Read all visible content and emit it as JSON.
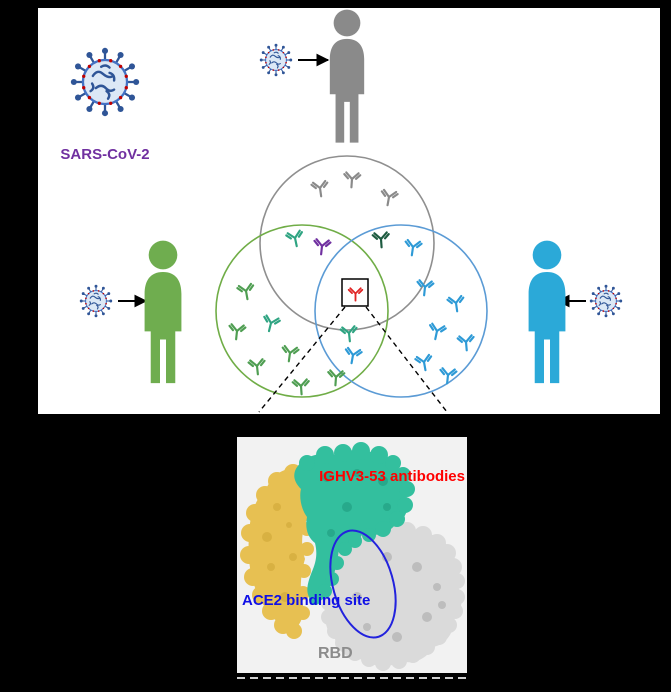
{
  "top_panel": {
    "virus_label": "SARS-CoV-2"
  },
  "bottom_panel": {
    "antibody_label": "IGHV3-53 antibodies",
    "ace2_label": "ACE2 binding site",
    "rbd_label": "RBD"
  },
  "colors": {
    "virus-label": "#7030a0",
    "person-gray": "#8a8a8a",
    "person-green": "#6fad4f",
    "person-blue": "#2ba9d8",
    "circle-gray": "#8f8f8f",
    "circle-green": "#70ad47",
    "circle-blue": "#5b9bd5",
    "ab-gray": "#8a8a8a",
    "ab-green": "#4f9e52",
    "ab-teal": "#2fa482",
    "ab-purple": "#7030a0",
    "ab-darkgreen": "#1e5b40",
    "ab-blue": "#2e9ad6",
    "ab-red": "#e02424",
    "label-red": "#ff0000",
    "label-blue": "#0f0fe6",
    "label-gray": "#8c8c8c",
    "protein-teal": "#33bf9e",
    "protein-gold": "#e7c052",
    "protein-gray": "#dadada"
  },
  "venn_data": {
    "type": "venn",
    "circle_colors": [
      "#8f8f8f",
      "#70ad47",
      "#5b9bd5"
    ],
    "antibody_counts": {
      "gray_only": 3,
      "gray_green_overlap": 2,
      "gray_blue_overlap": 2,
      "green_only": 6,
      "green_blue_overlap": 3,
      "blue_only": 6,
      "center_highlighted_red": 1
    }
  }
}
